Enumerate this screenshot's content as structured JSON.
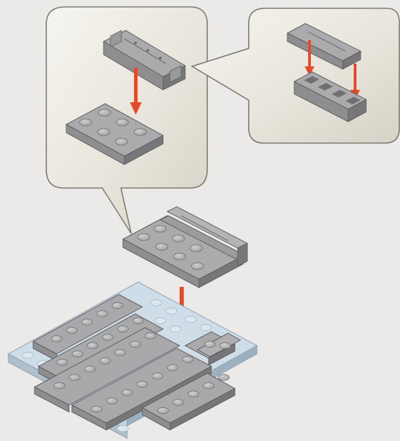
{
  "colors": {
    "background": "#eceae9",
    "callout_fill_light": "#f3f1ec",
    "callout_fill_dark": "#dcd8cd",
    "callout_stroke": "#7a7872",
    "brick_top": "#a9a9ab",
    "brick_left": "#8e8e91",
    "brick_right": "#77777a",
    "brick_stroke": "#5f5f62",
    "stud_top": "#bdbdbf",
    "base_plate_top": "#cfdde8",
    "base_plate_side": "#aebfcd",
    "arrow": "#e24a2a"
  },
  "illustration": {
    "callout_main_icon": "zoom-callout",
    "callout_secondary_icon": "zoom-callout",
    "arrow_icon": "down-arrow"
  }
}
